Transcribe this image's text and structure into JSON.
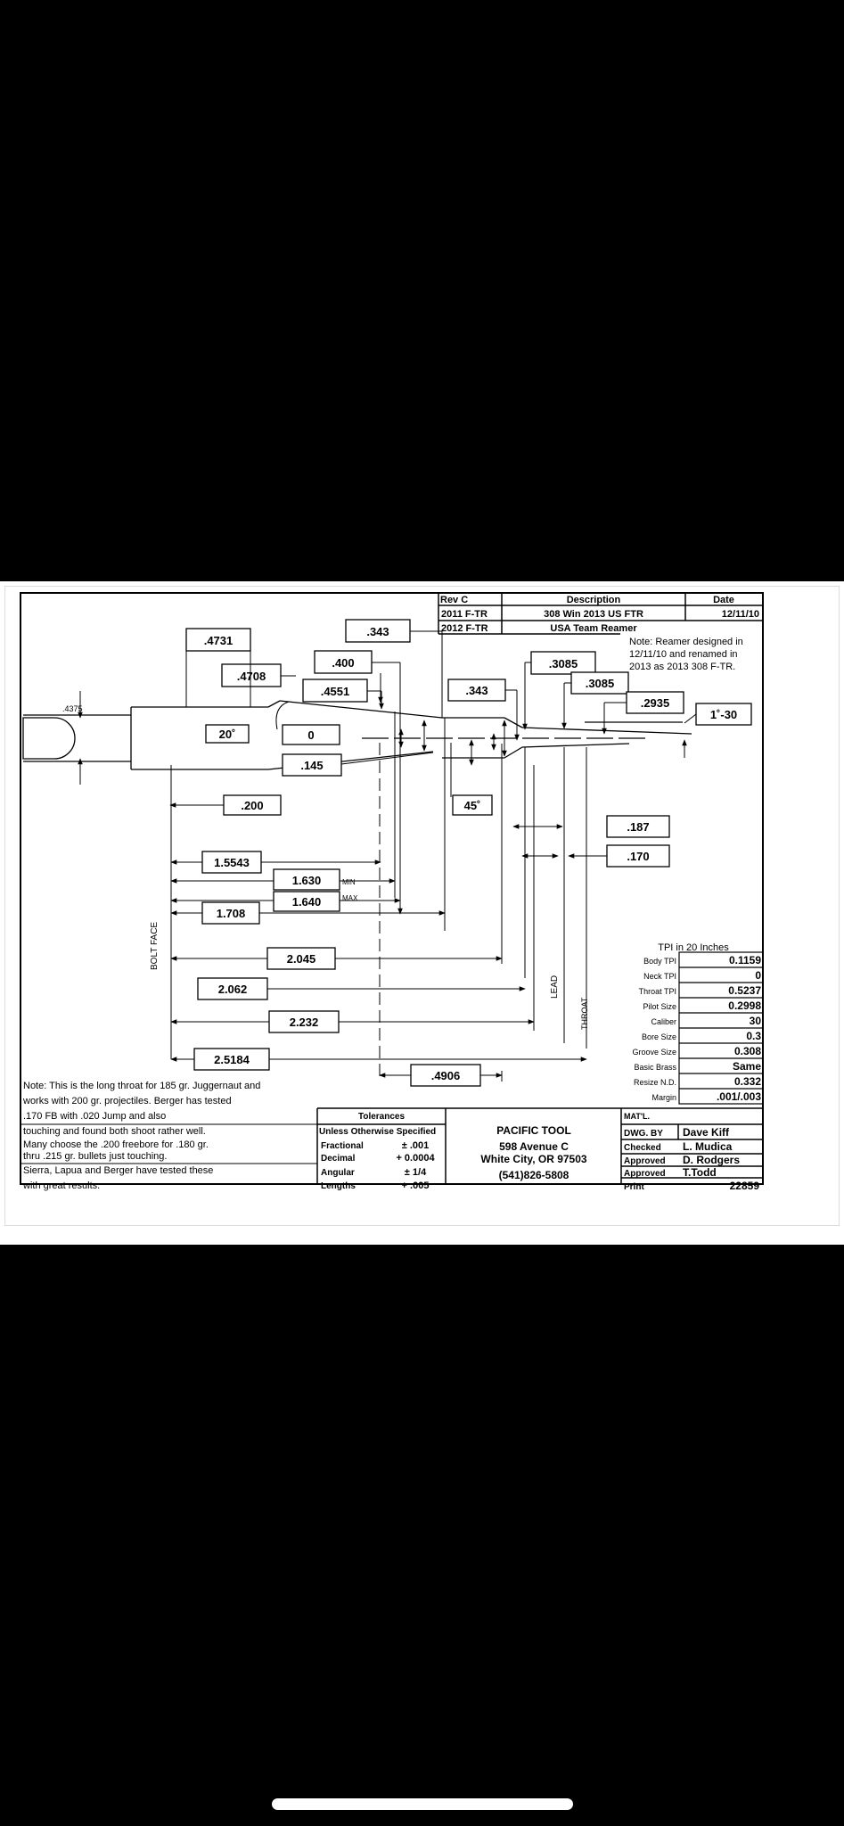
{
  "rev_table": {
    "headers": [
      "Rev C",
      "Description",
      "Date"
    ],
    "rows": [
      [
        "2011 F-TR",
        "308 Win 2013 US FTR",
        "12/11/10"
      ],
      [
        "2012 F-TR",
        "USA Team Reamer",
        ""
      ]
    ]
  },
  "note_top": [
    "Note: Reamer designed in",
    "12/11/10 and renamed in",
    "2013 as 2013 308 F-TR."
  ],
  "dims": {
    "d4375": ".4375",
    "d4731": ".4731",
    "d343a": ".343",
    "d400": ".400",
    "d4708": ".4708",
    "d4551": ".4551",
    "d343b": ".343",
    "d3085a": ".3085",
    "d3085b": ".3085",
    "d2935": ".2935",
    "angle1": "1˚-30",
    "angle20": "20˚",
    "d0": "0",
    "d145": ".145",
    "angle45": "45˚",
    "d200": ".200",
    "d187": ".187",
    "d170": ".170",
    "d15543": "1.5543",
    "d1630": "1.630",
    "min": "MIN",
    "d1640": "1.640",
    "max": "MAX",
    "d1708": "1.708",
    "d2045": "2.045",
    "d2062": "2.062",
    "d2232": "2.232",
    "d25184": "2.5184",
    "d4906": ".4906"
  },
  "labels": {
    "bolt_face": "BOLT FACE",
    "lead": "LEAD",
    "throat": "THROAT"
  },
  "tpi": {
    "title": "TPI in 20 Inches",
    "rows": [
      [
        "Body TPI",
        "0.1159"
      ],
      [
        "Neck TPI",
        "0"
      ],
      [
        "Throat TPI",
        "0.5237"
      ],
      [
        "Pilot Size",
        "0.2998"
      ],
      [
        "Caliber",
        "30"
      ],
      [
        "Bore Size",
        "0.3"
      ],
      [
        "Groove Size",
        "0.308"
      ],
      [
        "Basic Brass",
        "Same"
      ],
      [
        "Resize N.D.",
        "0.332"
      ],
      [
        "Margin",
        ".001/.003"
      ]
    ]
  },
  "note_bottom": [
    "Note: This is the long throat for 185 gr.  Juggernaut and",
    "works with 200 gr. projectiles. Berger has tested",
    ".170 FB with .020 Jump and also",
    "touching and found both shoot rather well.",
    "Many choose the .200 freebore for .180 gr.",
    "thru .215 gr. bullets just touching.",
    "Sierra, Lapua and Berger have tested these",
    "with great results."
  ],
  "tolerances": {
    "title": "Tolerances",
    "subtitle": "Unless Otherwise Specified",
    "rows": [
      [
        "Fractional",
        "± .001"
      ],
      [
        "Decimal",
        "+ 0.0004"
      ],
      [
        "Angular",
        "± 1/4"
      ],
      [
        "Lengths",
        "+ .005"
      ]
    ]
  },
  "company": {
    "name": "PACIFIC TOOL",
    "address1": "598 Avenue C",
    "address2": "White City, OR 97503",
    "phone": "(541)826-5808"
  },
  "title_block": {
    "matl": "MAT'L.",
    "rows": [
      [
        "DWG. BY",
        "Dave Kiff"
      ],
      [
        "Checked",
        "L. Mudica"
      ],
      [
        "Approved",
        "D. Rodgers"
      ],
      [
        "Approved",
        "T.Todd"
      ],
      [
        "Print",
        "22859"
      ]
    ]
  }
}
